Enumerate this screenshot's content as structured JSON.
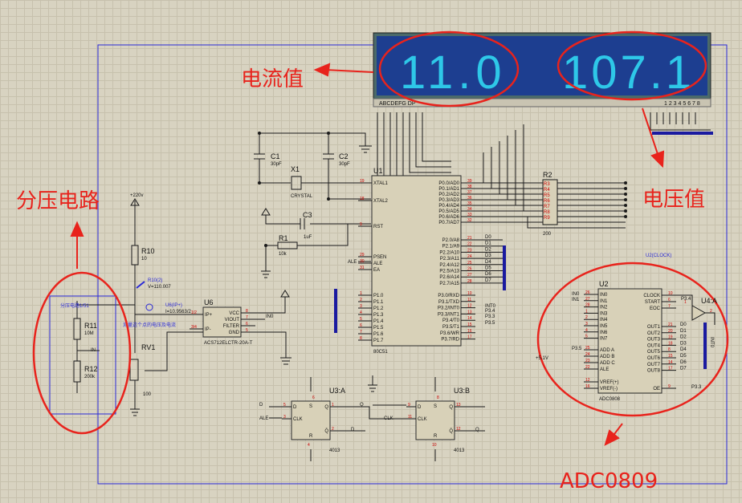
{
  "annotations": {
    "current": "电流值",
    "voltage": "电压值",
    "divider": "分压电路",
    "adc": "ADC0809"
  },
  "colors": {
    "annotation": "#e8231c",
    "wire": "#1a1a1a",
    "border": "#2a2ad6",
    "bus": "#1a1aa0",
    "lcd_bg": "#1d3e90",
    "lcd_seg": "#2ec8e8"
  },
  "lcd": {
    "digits": "11.0",
    "value2": "107.1",
    "seg_labels1": "ABCDEFG DP",
    "seg_labels2": "1 2 3 4 5 6 7 8"
  },
  "u1": {
    "ref": "U1",
    "part": "80C51",
    "left_pins": [
      [
        "19",
        "XTAL1"
      ],
      [
        "18",
        "XTAL2"
      ],
      [
        "9",
        "RST"
      ],
      [
        "29",
        "PSEN"
      ],
      [
        "30",
        "ALE"
      ],
      [
        "31",
        "EA"
      ]
    ],
    "p1": [
      [
        "1",
        "P1.0"
      ],
      [
        "2",
        "P1.1"
      ],
      [
        "3",
        "P1.2"
      ],
      [
        "4",
        "P1.3"
      ],
      [
        "5",
        "P1.4"
      ],
      [
        "6",
        "P1.5"
      ],
      [
        "7",
        "P1.6"
      ],
      [
        "8",
        "P1.7"
      ]
    ],
    "p0": [
      [
        "39",
        "P0.0/AD0"
      ],
      [
        "38",
        "P0.1/AD1"
      ],
      [
        "37",
        "P0.2/AD2"
      ],
      [
        "36",
        "P0.3/AD3"
      ],
      [
        "35",
        "P0.4/AD4"
      ],
      [
        "34",
        "P0.5/AD5"
      ],
      [
        "33",
        "P0.6/AD6"
      ],
      [
        "32",
        "P0.7/AD7"
      ]
    ],
    "p2": [
      [
        "21",
        "P2.0/A8"
      ],
      [
        "22",
        "P2.1/A9"
      ],
      [
        "23",
        "P2.2/A10"
      ],
      [
        "24",
        "P2.3/A11"
      ],
      [
        "25",
        "P2.4/A12"
      ],
      [
        "26",
        "P2.5/A13"
      ],
      [
        "27",
        "P2.6/A14"
      ],
      [
        "28",
        "P2.7/A15"
      ]
    ],
    "p3": [
      [
        "10",
        "P3.0/RXD"
      ],
      [
        "11",
        "P3.1/TXD"
      ],
      [
        "12",
        "P3.2/INT0"
      ],
      [
        "13",
        "P3.3/INT1"
      ],
      [
        "14",
        "P3.4/T0"
      ],
      [
        "15",
        "P3.5/T1"
      ],
      [
        "16",
        "P3.6/WR"
      ],
      [
        "17",
        "P3.7/RD"
      ]
    ],
    "d_labels": [
      "D0",
      "D1",
      "D2",
      "D3",
      "D4",
      "D5",
      "D6",
      "D7"
    ],
    "p3_nets": [
      "INT0",
      "P3.4",
      "P3.3",
      "P3.5"
    ]
  },
  "u2": {
    "ref": "U2",
    "part": "ADC0808",
    "left": [
      [
        "26",
        "IN0"
      ],
      [
        "27",
        "IN1"
      ],
      [
        "28",
        "IN2"
      ],
      [
        "1",
        "IN3"
      ],
      [
        "2",
        "IN4"
      ],
      [
        "3",
        "IN5"
      ],
      [
        "4",
        "IN6"
      ],
      [
        "5",
        "IN7"
      ],
      [
        "25",
        "ADD A"
      ],
      [
        "24",
        "ADD B"
      ],
      [
        "23",
        "ADD C"
      ],
      [
        "22",
        "ALE"
      ],
      [
        "12",
        "VREF(+)"
      ],
      [
        "16",
        "VREF(-)"
      ]
    ],
    "right": [
      [
        "10",
        "CLOCK"
      ],
      [
        "6",
        "START"
      ],
      [
        "7",
        "EOC"
      ],
      [
        "21",
        "OUT1"
      ],
      [
        "20",
        "OUT2"
      ],
      [
        "19",
        "OUT3"
      ],
      [
        "18",
        "OUT4"
      ],
      [
        "8",
        "OUT5"
      ],
      [
        "15",
        "OUT6"
      ],
      [
        "14",
        "OUT7"
      ],
      [
        "17",
        "OUT8"
      ],
      [
        "9",
        "OE"
      ]
    ],
    "dnets": [
      "D0",
      "D1",
      "D2",
      "D3",
      "D4",
      "D5",
      "D6",
      "D7"
    ],
    "nets": {
      "clock": "U2(CLOCK)",
      "p34": "P3.4",
      "p35": "P3.5",
      "p33": "P3.3",
      "in0": "IN0",
      "in1": "IN1",
      "vref": "+5.1V"
    },
    "u4": "U4:A",
    "u4_pins": [
      "1",
      "2"
    ],
    "u4_net": "INT0"
  },
  "u6": {
    "ref": "U6",
    "part": "ACS712ELCTR-20A-T",
    "pins": [
      [
        "1/2",
        "IP+"
      ],
      [
        "8",
        "VCC"
      ],
      [
        "7",
        "VIOUT"
      ],
      [
        "6",
        "FILTER"
      ],
      [
        "5",
        "GND"
      ],
      [
        "3/4",
        "IP-"
      ]
    ],
    "net": "IN0"
  },
  "u3a": {
    "ref": "U3:A",
    "part": "4013",
    "pins": [
      [
        "5",
        "D"
      ],
      [
        "3",
        "CLK"
      ],
      [
        "1",
        "Q"
      ],
      [
        "2",
        "Q̄"
      ],
      [
        "6",
        "S"
      ],
      [
        "4",
        "R"
      ]
    ],
    "nets": [
      "D",
      "ALE",
      "D"
    ]
  },
  "u3b": {
    "ref": "U3:B",
    "part": "4013",
    "pins": [
      [
        "9",
        "D"
      ],
      [
        "11",
        "CLK"
      ],
      [
        "13",
        "Q"
      ],
      [
        "12",
        "Q̄"
      ],
      [
        "8",
        "S"
      ],
      [
        "10",
        "R"
      ]
    ],
    "nets": [
      "Q",
      "CLK",
      "Q"
    ]
  },
  "parts": {
    "c1": [
      "C1",
      "30pF"
    ],
    "c2": [
      "C2",
      "30pF"
    ],
    "x1": [
      "X1",
      "CRYSTAL"
    ],
    "c3": [
      "C3",
      "1uF"
    ],
    "r1": [
      "R1",
      "10k"
    ],
    "r2": [
      "R2",
      "200"
    ],
    "r2_pins": [
      "R3",
      "R4",
      "R5",
      "R6",
      "R7",
      "R8",
      "R9"
    ],
    "r10": [
      "R10",
      "10"
    ],
    "r11": [
      "R11",
      "10M"
    ],
    "r12": [
      "R12",
      "200k"
    ],
    "rv1": [
      "RV1",
      "100"
    ],
    "supply": "+220v",
    "ale": "ALE",
    "divider_title": "分压电路1/51",
    "divider_in": "IN",
    "probe_v": [
      "R10(2)",
      "V=110.007"
    ],
    "probe_i": [
      "U6(IP+)",
      "I=10.9563/2"
    ],
    "note": "测量这个点的电压及电流"
  }
}
